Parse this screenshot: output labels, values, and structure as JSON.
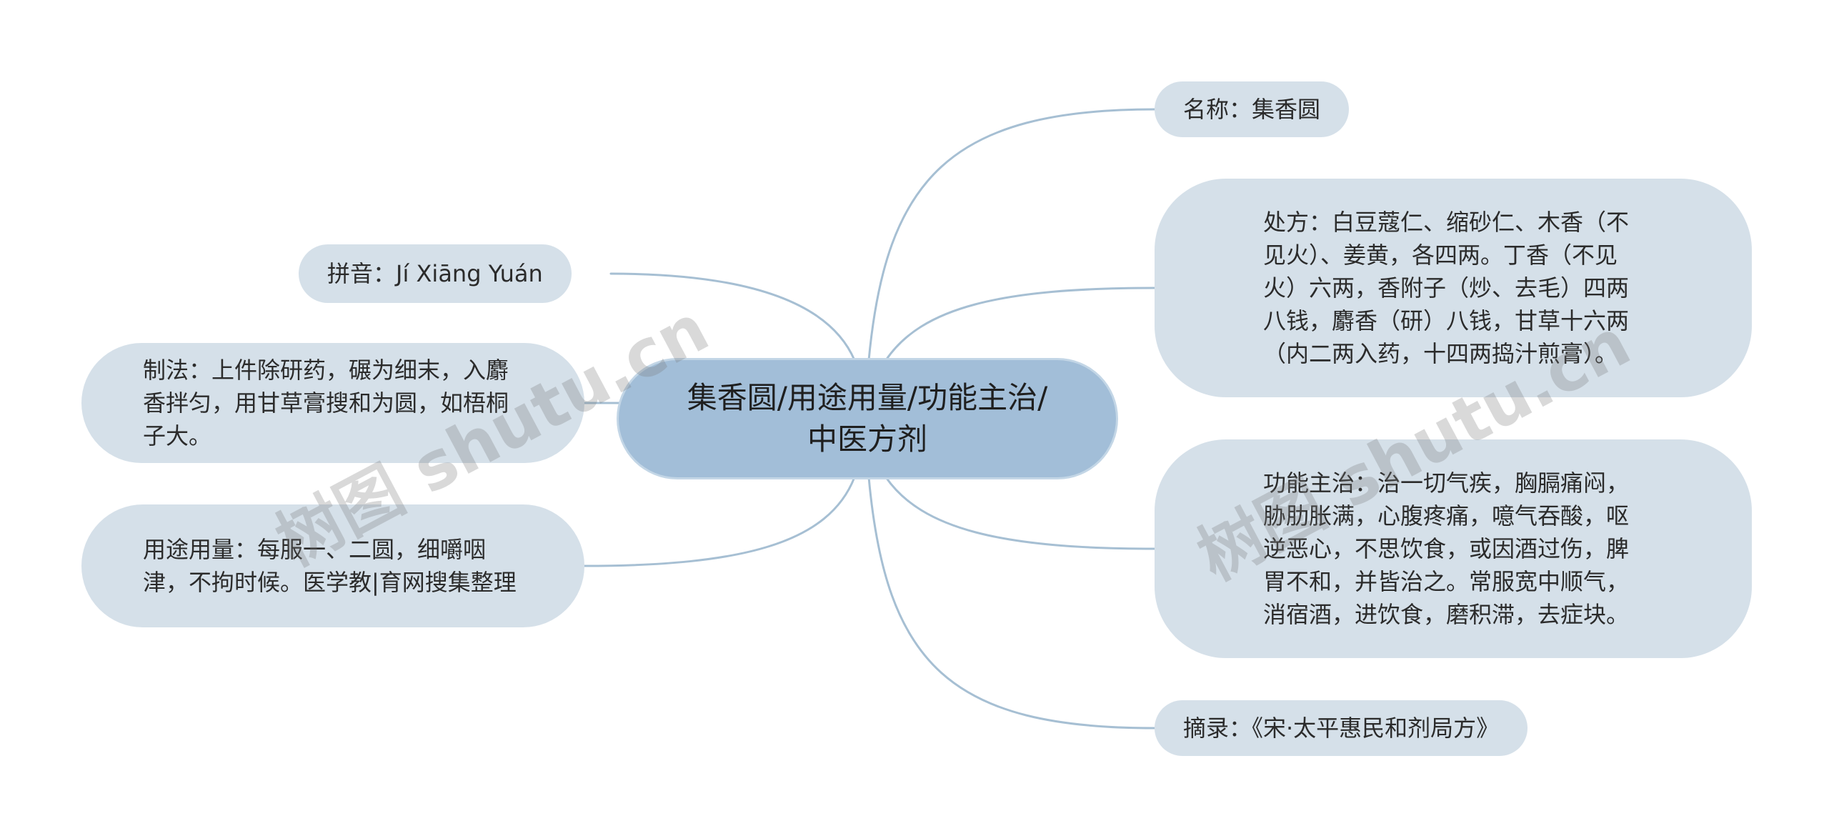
{
  "central": "集香圆/用途用量/功能主治/中医方剂",
  "branches": {
    "mingcheng": "名称：集香圆",
    "chufang": "处方：白豆蔻仁、缩砂仁、木香（不见火）、姜黄，各四两。丁香（不见火）六两，香附子（炒、去毛）四两八钱，麝香（研）八钱，甘草十六两（内二两入药，十四两捣汁煎膏）。",
    "gongneng": "功能主治：治一切气疾，胸膈痛闷，胁肋胀满，心腹疼痛，噫气吞酸，呕逆恶心，不思饮食，或因酒过伤，脾胃不和，并皆治之。常服宽中顺气，消宿酒，进饮食，磨积滞，去症块。",
    "zhailu": "摘录：《宋·太平惠民和剂局方》",
    "pinyin": "拼音：Jí Xiāng Yuán",
    "zhifa": "制法：上件除研药，碾为细末，入麝香拌匀，用甘草膏搜和为圆，如梧桐子大。",
    "yongtu": "用途用量：每服一、二圆，细嚼咽津，不拘时候。医学教|育网搜集整理"
  },
  "watermarks": [
    "树图 shutu.cn",
    "树图 shutu.cn"
  ],
  "colors": {
    "root_fill": "#a2bed8",
    "node_fill": "#d5e0e9",
    "connector": "#a6bfd3"
  }
}
